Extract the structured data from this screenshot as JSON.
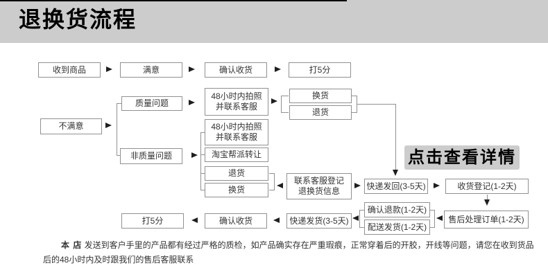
{
  "header": {
    "title": "退换货流程"
  },
  "cta": {
    "label": "点击查看详情"
  },
  "flow": {
    "received": "收到商品",
    "satisfied": "满意",
    "confirm_receipt_top": "确认收货",
    "rate5_top": "打5分",
    "quality_issue": "质量问题",
    "photo48_top": "48小时内拍照\n并联系客服",
    "exchange_top": "换货",
    "return_top": "退货",
    "unsatisfied": "不满意",
    "non_quality": "非质量问题",
    "photo48_mid": "48小时内拍照\n并联系客服",
    "taobao_transfer": "淘宝帮派转让",
    "return_mid": "退货",
    "exchange_mid": "换货",
    "contact_cs": "联系客服登记\n退换货信息",
    "express_return": "快递发回(3-5天)",
    "receipt_register": "收货登记(1-2天)",
    "confirm_refund": "确认退款(1-2天)",
    "delivery_ship": "配送发货(1-2天)",
    "aftersales": "售后处理订单(1-2天)",
    "rate5_bottom": "打5分",
    "confirm_receipt_bottom": "确认收货",
    "express_ship": "快递发货(3-5天)"
  },
  "footer": {
    "store": "本 店",
    "text": " 发送到客户手里的产品都有经过严格的质检，如产品确实存在严重瑕痕，正常穿着后的开胶，开线等问题，请您在收到货品后的48小时内及时跟我们的售后客服联系"
  }
}
